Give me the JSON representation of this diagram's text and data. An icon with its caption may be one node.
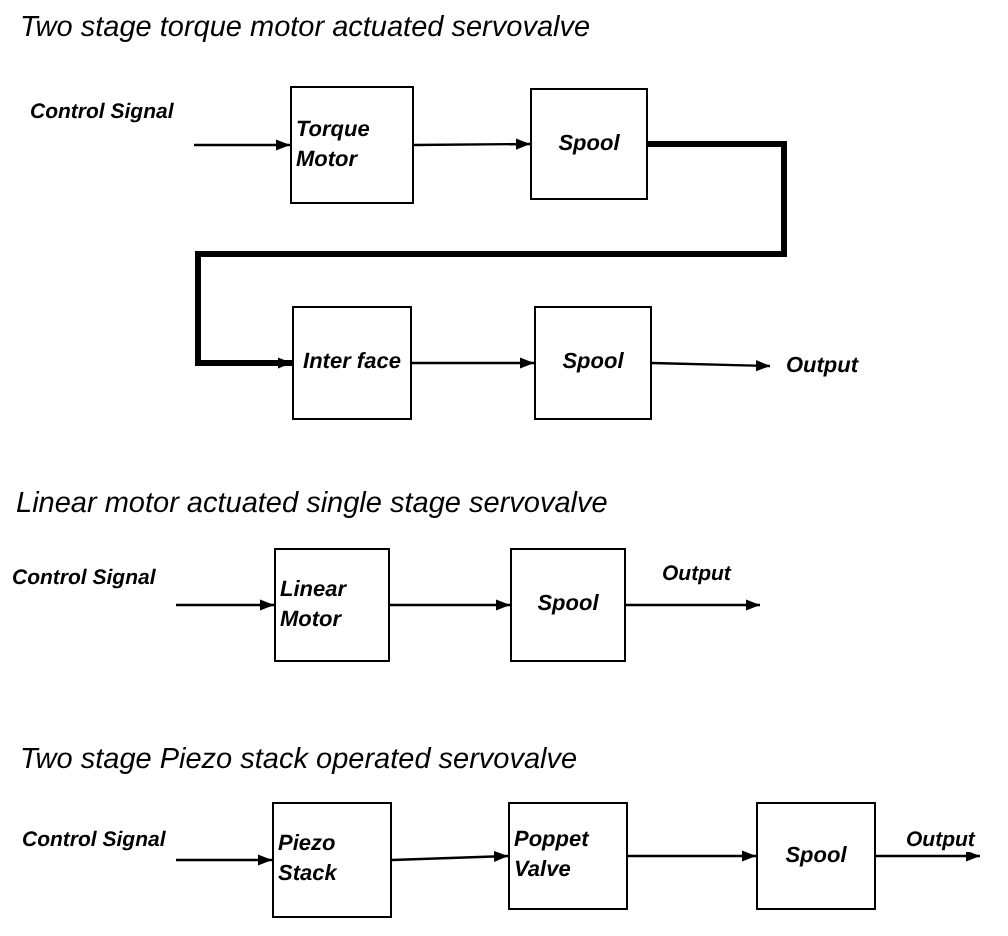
{
  "diagram": {
    "nodes": [
      {
        "text": [
          "Torque Motor"
        ]
      },
      {
        "text": [
          "Spool"
        ]
      },
      {
        "text": [
          "Inter face"
        ]
      },
      {
        "text": [
          "Spool"
        ]
      },
      {
        "text": [
          "Output"
        ]
      },
      {
        "text": [
          "Linear Motor"
        ]
      },
      {
        "text": [
          "Spool"
        ]
      },
      {
        "text": [
          "Piezo Stack"
        ]
      },
      {
        "text": [
          "Poppet Valve"
        ]
      },
      {
        "text": [
          "Spool"
        ]
      }
    ],
    "edges": [
      {
        "from": null,
        "to": 0,
        "arrow": "to",
        "label": "Control Signal"
      },
      {
        "from": 0,
        "to": 1,
        "arrow": "to"
      },
      {
        "from": 1,
        "to": 2,
        "arrow": "to",
        "style": "thick"
      },
      {
        "from": 2,
        "to": 3,
        "arrow": "to"
      },
      {
        "from": 3,
        "to": 4,
        "arrow": "to"
      },
      {
        "from": null,
        "to": 5,
        "arrow": "to",
        "label": "Control Signal"
      },
      {
        "from": 5,
        "to": 6,
        "arrow": "to"
      },
      {
        "from": 6,
        "to": null,
        "arrow": "to",
        "label": "Output"
      },
      {
        "from": null,
        "to": 7,
        "arrow": "to",
        "label": "Control Signal"
      },
      {
        "from": 7,
        "to": 8,
        "arrow": "to"
      },
      {
        "from": 8,
        "to": 9,
        "arrow": "to"
      },
      {
        "from": 9,
        "to": null,
        "arrow": "to",
        "label": "Output"
      }
    ],
    "labels": [
      "Two stage torque motor actuated servovalve",
      "Linear motor actuated single stage servovalve",
      "Two stage Piezo stack operated servovalve"
    ]
  }
}
